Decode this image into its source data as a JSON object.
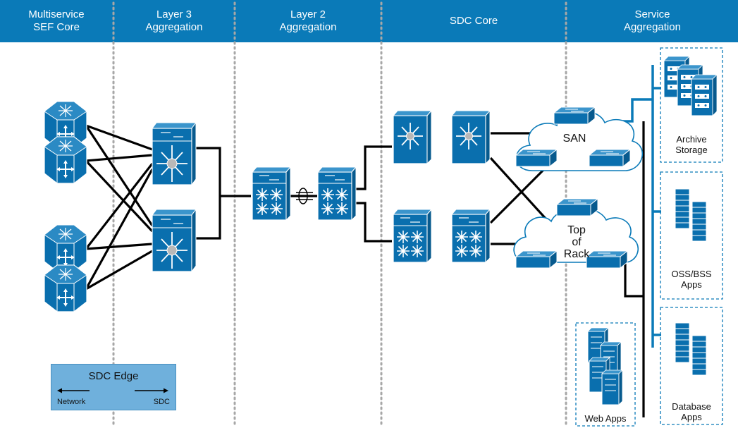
{
  "columns": [
    {
      "line1": "Multiservice",
      "line2": "SEF Core"
    },
    {
      "line1": "Layer 3",
      "line2": "Aggregation"
    },
    {
      "line1": "Layer 2",
      "line2": "Aggregation"
    },
    {
      "line1": "SDC Core",
      "line2": ""
    },
    {
      "line1": "Service",
      "line2": "Aggregation"
    }
  ],
  "clouds": {
    "san": "SAN",
    "tor": {
      "line1": "Top",
      "line2": "of",
      "line3": "Rack"
    }
  },
  "services": {
    "archive": {
      "line1": "Archive",
      "line2": "Storage"
    },
    "oss": {
      "line1": "OSS/BSS",
      "line2": "Apps"
    },
    "database": {
      "line1": "Database",
      "line2": "Apps"
    },
    "web": "Web Apps"
  },
  "legend": {
    "title": "SDC Edge",
    "left": "Network",
    "right": "SDC"
  },
  "colors": {
    "header": "#0a7ab8",
    "device": "#0a6fae",
    "legend": "#6fb0dc",
    "links": "#000000"
  }
}
